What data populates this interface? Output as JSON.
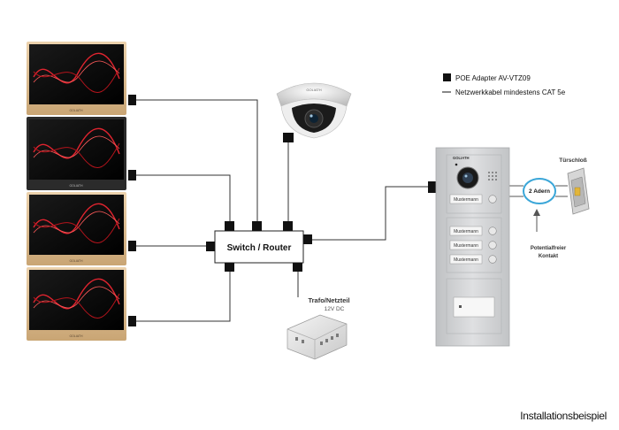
{
  "legend": {
    "poe_adapter": "POE Adapter AV-VTZ09",
    "network_cable": "Netzwerkkabel mindestens CAT 5e"
  },
  "switch_label": "Switch / Router",
  "power_supply": {
    "name": "Trafo/Netzteil",
    "voltage": "12V DC"
  },
  "door_lock": {
    "label": "Türschloß",
    "wires": "2 Adern"
  },
  "contact_label": {
    "line1": "Potentialfreier",
    "line2": "Kontakt"
  },
  "camera_brand": "GOLIATH",
  "monitor_brand": "GOLIATH",
  "panel_brand": "GOLIATH",
  "nameplates": [
    "Mustermann",
    "Mustermann",
    "Mustermann",
    "Mustermann"
  ],
  "footer_caption": "Installationsbeispiel",
  "colors": {
    "monitor_frame": "#d9b98a",
    "monitor_screen": "#0a0a0a",
    "wave_red": "#e0242f",
    "panel": "#cfd1d3",
    "accent_blue": "#3aa6d8"
  }
}
